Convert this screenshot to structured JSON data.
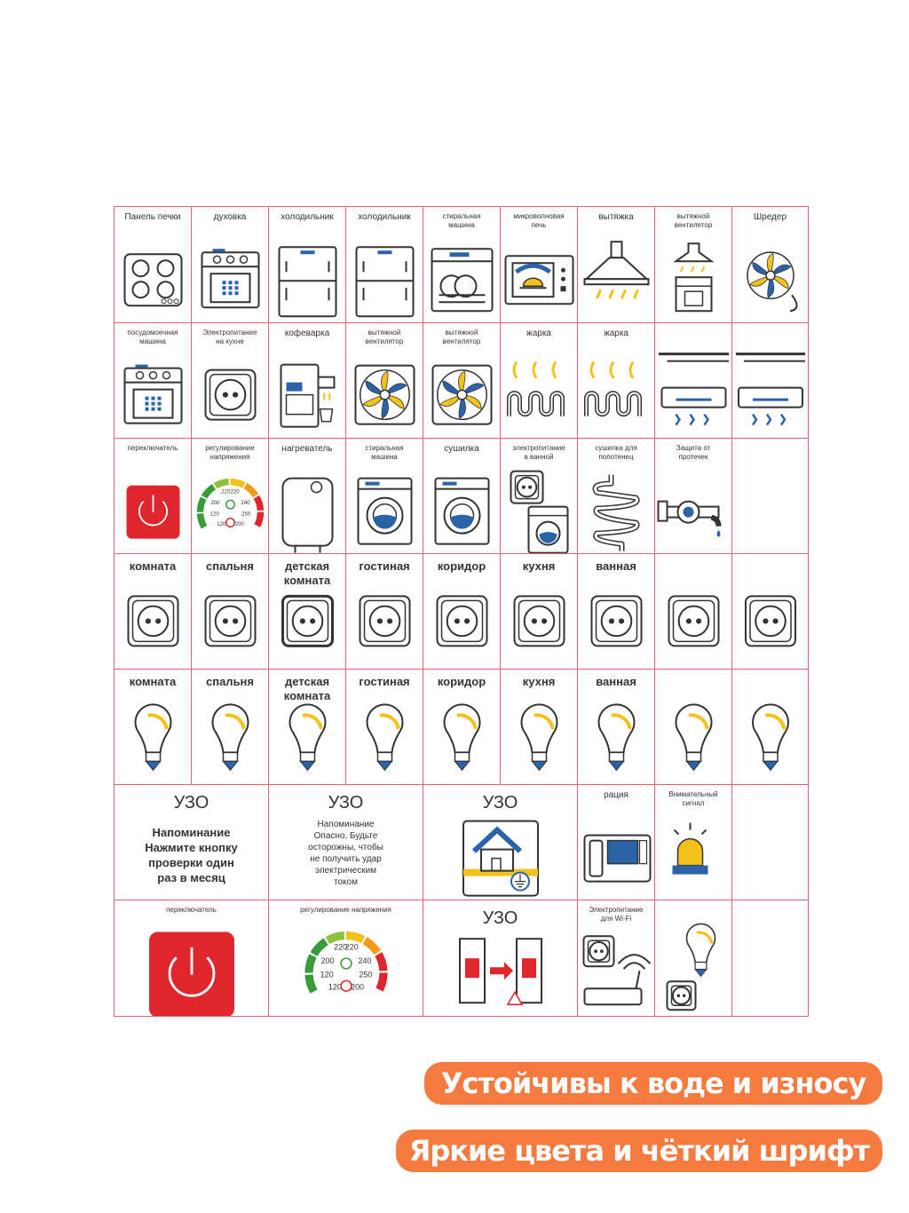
{
  "colors": {
    "border": "#d86670",
    "blue": "#2a63a8",
    "yellow": "#f2c21a",
    "red": "#e0262d",
    "green": "#3a9b3a",
    "orange": "#f47a3f"
  },
  "grid": {
    "row1": [
      {
        "label": "Панель печки",
        "icon": "hob-icon"
      },
      {
        "label": "духовка",
        "icon": "oven-icon"
      },
      {
        "label": "холодильник",
        "icon": "fridge-icon"
      },
      {
        "label": "холодильник",
        "icon": "fridge-icon"
      },
      {
        "label": "стиральная\nмашина",
        "icon": "dishwasher-icon"
      },
      {
        "label": "микроволновая\nпечь",
        "icon": "microwave-icon"
      },
      {
        "label": "вытяжка",
        "icon": "range-hood-icon"
      },
      {
        "label": "вытяжной\nвентилятор",
        "icon": "hood-over-stove-icon"
      },
      {
        "label": "Шредер",
        "icon": "shredder-icon"
      }
    ],
    "row2": [
      {
        "label": "посудомоечная\nмашина",
        "icon": "oven-icon"
      },
      {
        "label": "Электропитание\nна кухне",
        "icon": "socket-icon"
      },
      {
        "label": "кофеварка",
        "icon": "coffee-machine-icon"
      },
      {
        "label": "вытяжной\nвентилятор",
        "icon": "fan-icon"
      },
      {
        "label": "вытяжной\nвентилятор",
        "icon": "fan-icon"
      },
      {
        "label": "жарка",
        "icon": "heating-element-icon"
      },
      {
        "label": "жарка",
        "icon": "heating-element-icon"
      },
      {
        "label": "",
        "icon": "air-conditioner-icon"
      },
      {
        "label": "",
        "icon": "air-conditioner-icon"
      }
    ],
    "row3": [
      {
        "label": "переключатель",
        "icon": "power-button-icon"
      },
      {
        "label": "регулирование\nнапряжения",
        "icon": "voltage-dial-icon"
      },
      {
        "label": "нагреватель",
        "icon": "water-heater-icon"
      },
      {
        "label": "стиральная\nмашина",
        "icon": "washing-machine-icon"
      },
      {
        "label": "сушилка",
        "icon": "washing-machine-icon"
      },
      {
        "label": "электропитание\nв ванной",
        "icon": "bathroom-socket-icon"
      },
      {
        "label": "сушилка для\nполотенец",
        "icon": "towel-dryer-icon"
      },
      {
        "label": "Защита от\nпротечек",
        "icon": "leak-protection-icon"
      },
      {
        "label": "",
        "icon": "empty"
      }
    ],
    "row4": [
      {
        "label": "комната",
        "icon": "socket-icon"
      },
      {
        "label": "спальня",
        "icon": "socket-icon"
      },
      {
        "label": "детская\nкомната",
        "icon": "child-socket-icon"
      },
      {
        "label": "гостиная",
        "icon": "socket-icon"
      },
      {
        "label": "коридор",
        "icon": "socket-icon"
      },
      {
        "label": "кухня",
        "icon": "socket-icon"
      },
      {
        "label": "ванная",
        "icon": "socket-icon"
      },
      {
        "label": "",
        "icon": "socket-icon"
      },
      {
        "label": "",
        "icon": "socket-icon"
      }
    ],
    "row5": [
      {
        "label": "комната",
        "icon": "light-bulb-icon"
      },
      {
        "label": "спальня",
        "icon": "light-bulb-icon"
      },
      {
        "label": "детская\nкомната",
        "icon": "light-bulb-icon"
      },
      {
        "label": "гостиная",
        "icon": "light-bulb-icon"
      },
      {
        "label": "коридор",
        "icon": "light-bulb-icon"
      },
      {
        "label": "кухня",
        "icon": "light-bulb-icon"
      },
      {
        "label": "ванная",
        "icon": "light-bulb-icon"
      },
      {
        "label": "",
        "icon": "light-bulb-icon"
      },
      {
        "label": "",
        "icon": "light-bulb-icon"
      }
    ],
    "row6": [
      {
        "label": "УЗО",
        "note": "Напоминание\nНажмите кнопку\nпроверки один\nраз в месяц",
        "icon": "none"
      },
      {
        "label": "УЗО",
        "note": "Напоминание\nОпасно, Будьте\nосторожны, чтобы\nне получить удар\nэлектрическим\nтоком",
        "icon": "none"
      },
      {
        "label": "УЗО",
        "icon": "house-ground-icon"
      },
      {
        "label": "рация",
        "icon": "intercom-icon"
      },
      {
        "label": "Внимательный\nсигнал",
        "icon": "alarm-beacon-icon"
      },
      {
        "label": "",
        "icon": "empty"
      }
    ],
    "row7": [
      {
        "label": "переключатель",
        "icon": "power-button-icon"
      },
      {
        "label": "регулирование напряжения",
        "icon": "voltage-dial-icon"
      },
      {
        "label": "УЗО",
        "icon": "breaker-icon"
      },
      {
        "label": "Электропитание\nдля Wi-Fi",
        "icon": "wifi-router-icon"
      },
      {
        "label": "",
        "icon": "bulb-socket-icon"
      },
      {
        "label": "",
        "icon": "empty"
      }
    ],
    "voltage_marks": [
      "220",
      "220",
      "200",
      "240",
      "120",
      "250",
      "120",
      "200"
    ]
  },
  "banners": [
    "Устойчивы к воде и износу",
    "Яркие цвета и чёткий шрифт"
  ]
}
